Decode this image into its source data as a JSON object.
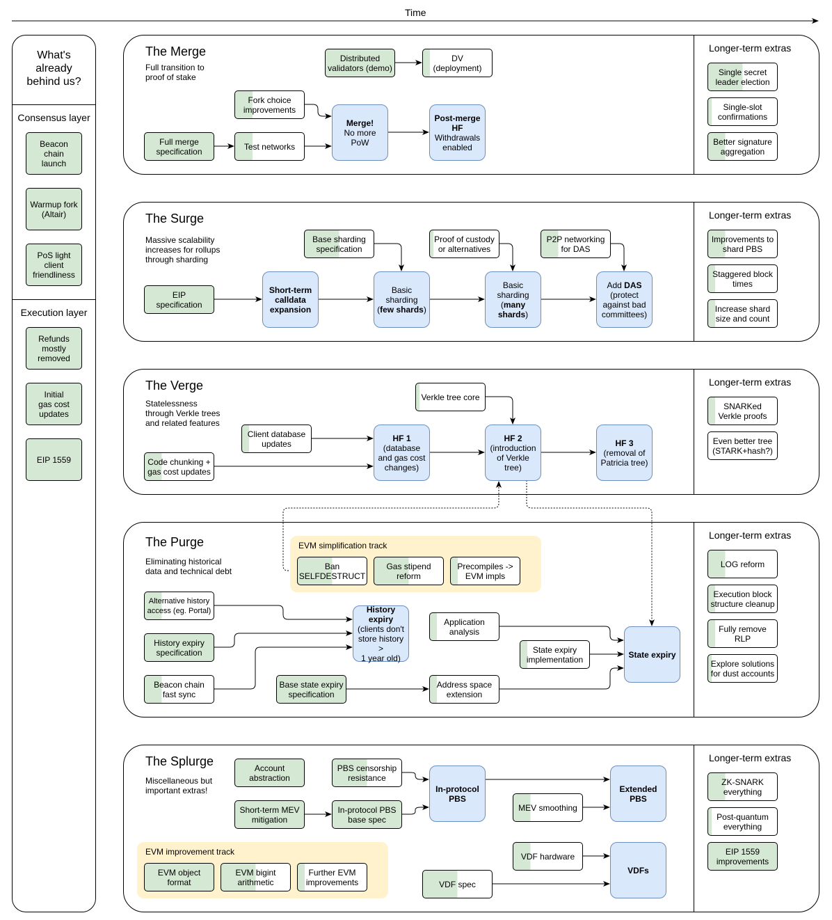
{
  "time_label": "Time",
  "left": {
    "title": "What's\nalready\nbehind us?",
    "consensus_title": "Consensus layer",
    "consensus_items": [
      "Beacon\nchain\nlaunch",
      "Warmup fork\n(Altair)",
      "PoS light\nclient\nfriendliness"
    ],
    "execution_title": "Execution layer",
    "execution_items": [
      "Refunds\nmostly\nremoved",
      "Initial\ngas cost\nupdates",
      "EIP 1559"
    ]
  },
  "extras_title": "Longer-term extras",
  "merge": {
    "title": "The Merge",
    "desc": "Full transition to\nproof of stake",
    "distributed": "Distributed\nvalidators (demo)",
    "dv": "DV\n(deployment)",
    "fork_choice": "Fork choice\nimprovements",
    "full_spec": "Full merge\nspecification",
    "test_networks": "Test networks",
    "merge_b": "Merge!",
    "merge_t": "No more\nPoW",
    "post_b": "Post-merge\nHF",
    "post_t": "Withdrawals\nenabled",
    "extras": [
      "Single secret\nleader election",
      "Single-slot\nconfirmations",
      "Better signature\naggregation"
    ]
  },
  "surge": {
    "title": "The Surge",
    "desc": "Massive scalability\nincreases for rollups\nthrough sharding",
    "eip_spec": "EIP\nspecification",
    "short_term": "Short-term\ncalldata\nexpansion",
    "base_sharding_spec": "Base sharding\nspecification",
    "proof_custody": "Proof of custody\nor alternatives",
    "p2p": "P2P networking\nfor DAS",
    "basic_few_a": "Basic\nsharding\n(",
    "basic_few_b": "few shards",
    "basic_few_c": ")",
    "basic_many_a": "Basic\nsharding\n(",
    "basic_many_b": "many\nshards",
    "basic_many_c": ")",
    "add_das_a": "Add ",
    "add_das_b": "DAS",
    "add_das_c": "\n(protect\nagainst bad\ncommittees)",
    "extras": [
      "Improvements to\nshard PBS",
      "Staggered block\ntimes",
      "Increase shard\nsize and count"
    ]
  },
  "verge": {
    "title": "The Verge",
    "desc": "Statelessness\nthrough Verkle trees\nand related features",
    "verkle_core": "Verkle tree core",
    "client_db": "Client database\nupdates",
    "code_chunk": "Code chunking +\ngas cost updates",
    "hf1_b": "HF 1",
    "hf1_t": "(database\nand gas cost\nchanges)",
    "hf2_b": "HF 2",
    "hf2_t": "(introduction\nof Verkle\ntree)",
    "hf3_b": "HF 3",
    "hf3_t": "(removal of\nPatricia tree)",
    "extras": [
      "SNARKed\nVerkle proofs",
      "Even better tree\n(STARK+hash?)"
    ]
  },
  "purge": {
    "title": "The Purge",
    "desc": "Eliminating historical\ndata and technical debt",
    "track_title": "EVM simplification track",
    "ban": "Ban\nSELFDESTRUCT",
    "gas_stipend": "Gas stipend\nreform",
    "precompiles": "Precompiles ->\nEVM impls",
    "alt_history": "Alternative history\naccess (eg. Portal)",
    "history_spec": "History expiry\nspecification",
    "beacon_sync": "Beacon chain\nfast sync",
    "history_b": "History\nexpiry",
    "history_t": "(clients don't\nstore history >\n1 year old)",
    "app_analysis": "Application\nanalysis",
    "state_impl": "State expiry\nimplementation",
    "base_state_spec": "Base state expiry\nspecification",
    "address_space": "Address space\nextension",
    "state_expiry": "State expiry",
    "extras": [
      "LOG reform",
      "Execution block\nstructure cleanup",
      "Fully remove\nRLP",
      "Explore solutions\nfor dust accounts"
    ]
  },
  "splurge": {
    "title": "The Splurge",
    "desc": "Miscellaneous but\nimportant extras!",
    "account_abs": "Account\nabstraction",
    "pbs_censor": "PBS censorship\nresistance",
    "short_mev": "Short-term MEV\nmitigation",
    "inpbs_spec": "In-protocol PBS\nbase spec",
    "inpbs": "In-protocol\nPBS",
    "mev_smooth": "MEV smoothing",
    "extended": "Extended\nPBS",
    "vdf_hw": "VDF hardware",
    "vdf_spec": "VDF spec",
    "vdfs": "VDFs",
    "track_title": "EVM improvement track",
    "eof": "EVM object\nformat",
    "bigint": "EVM bigint\narithmetic",
    "further": "Further EVM\nimprovements",
    "extras": [
      "ZK-SNARK\neverything",
      "Post-quantum\neverything",
      "EIP 1559\nimprovements"
    ]
  }
}
